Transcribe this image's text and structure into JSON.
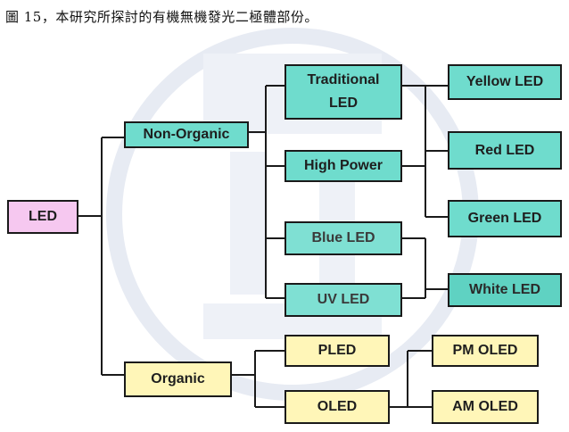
{
  "caption": "圖 15，本研究所探討的有機無機發光二極體部份。",
  "nodes": {
    "led": "LED",
    "non_organic": "Non-Organic",
    "organic": "Organic",
    "traditional_led": "Traditional LED",
    "high_power": "High Power",
    "blue_led": "Blue LED",
    "uv_led": "UV LED",
    "yellow_led": "Yellow LED",
    "red_led": "Red LED",
    "green_led": "Green LED",
    "white_led": "White LED",
    "pled": "PLED",
    "oled": "OLED",
    "pm_oled": "PM OLED",
    "am_oled": "AM OLED"
  },
  "colors": {
    "root": "#f6c8f0",
    "inorganic": "#6fdccd",
    "organic": "#fff6b8",
    "line": "#1a1a1a"
  }
}
